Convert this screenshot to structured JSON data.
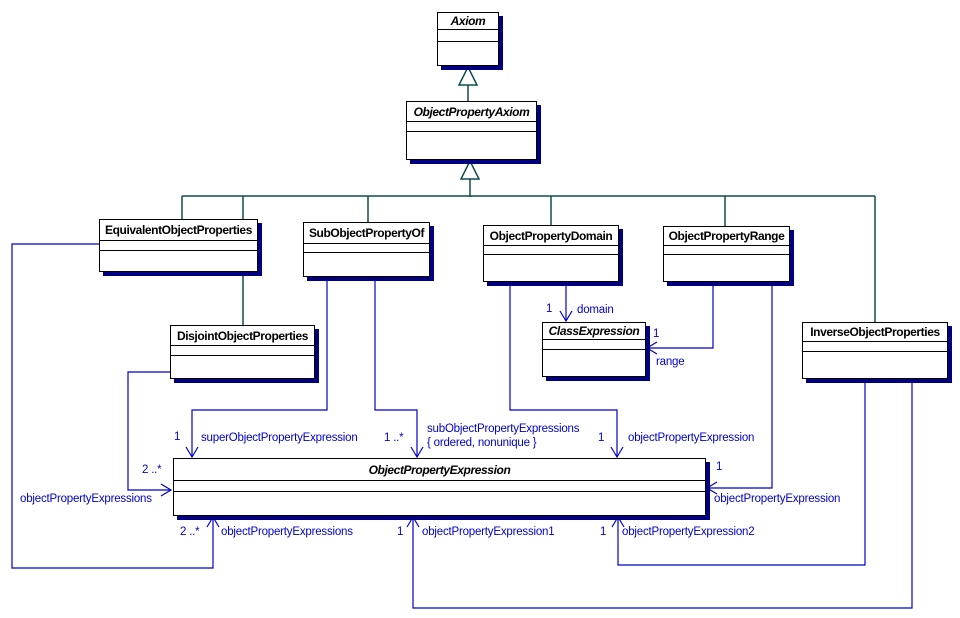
{
  "diagram_title": "ObjectPropertyAxiom UML class diagram",
  "colors": {
    "association_blue": "#0000cc",
    "generalization_teal": "#0d4d4d",
    "box_shadow_navy": "#000080",
    "box_border": "#000000",
    "box_fill": "#ffffff"
  },
  "classes": {
    "axiom": {
      "name": "Axiom",
      "abstract": true
    },
    "object_property_axiom": {
      "name": "ObjectPropertyAxiom",
      "abstract": true
    },
    "equivalent_object_properties": {
      "name": "EquivalentObjectProperties",
      "abstract": false
    },
    "sub_object_property_of": {
      "name": "SubObjectPropertyOf",
      "abstract": false
    },
    "object_property_domain": {
      "name": "ObjectPropertyDomain",
      "abstract": false
    },
    "object_property_range": {
      "name": "ObjectPropertyRange",
      "abstract": false
    },
    "disjoint_object_properties": {
      "name": "DisjointObjectProperties",
      "abstract": false
    },
    "class_expression": {
      "name": "ClassExpression",
      "abstract": true
    },
    "inverse_object_properties": {
      "name": "InverseObjectProperties",
      "abstract": false
    },
    "object_property_expression": {
      "name": "ObjectPropertyExpression",
      "abstract": true
    }
  },
  "associations": {
    "super_object_property_expression": {
      "multiplicity": "1",
      "label": "superObjectPropertyExpression"
    },
    "sub_object_property_expressions": {
      "multiplicity": "1 ..*",
      "label": "subObjectPropertyExpressions",
      "constraint": "{ ordered, nonunique }"
    },
    "object_property_expression_top": {
      "multiplicity": "1",
      "label": "objectPropertyExpression"
    },
    "domain": {
      "multiplicity": "1",
      "label": "domain"
    },
    "range": {
      "multiplicity": "1",
      "label": "range"
    },
    "object_property_expression_right": {
      "multiplicity": "1",
      "label": "objectPropertyExpression"
    },
    "object_property_expressions_left": {
      "multiplicity": "2 ..*",
      "label": "objectPropertyExpressions"
    },
    "object_property_expressions_bottom": {
      "multiplicity": "2 ..*",
      "label": "objectPropertyExpressions"
    },
    "object_property_expression1": {
      "multiplicity": "1",
      "label": "objectPropertyExpression1"
    },
    "object_property_expression2": {
      "multiplicity": "1",
      "label": "objectPropertyExpression2"
    }
  }
}
